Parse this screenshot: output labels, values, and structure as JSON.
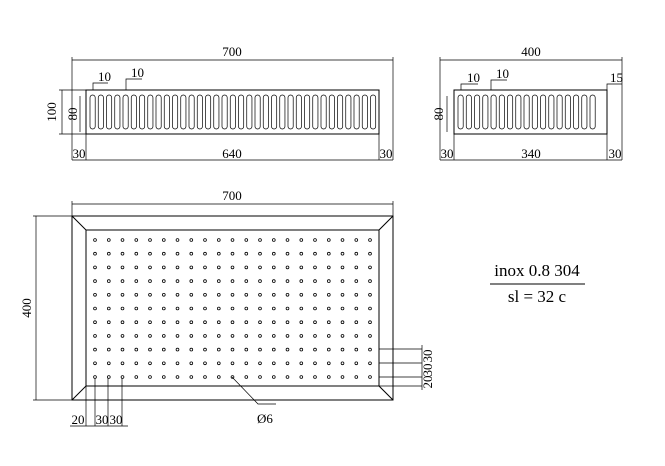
{
  "front_view": {
    "overall_width": "700",
    "height_outer": "100",
    "height_inner": "80",
    "slot_width": "10",
    "slot_pitch": "10",
    "margin_left": "30",
    "slot_span": "640",
    "margin_right": "30"
  },
  "side_view": {
    "overall_width": "400",
    "height_inner": "80",
    "slot_width": "10",
    "slot_pitch": "10",
    "flange": "15",
    "margin_left": "30",
    "slot_span": "340",
    "margin_right": "30"
  },
  "plan_view": {
    "overall_width": "700",
    "overall_height": "400",
    "hole_diameter": "Ø6",
    "bottom_dim_1": "20",
    "bottom_dim_2": "30",
    "bottom_dim_3": "30",
    "right_dim_1": "30",
    "right_dim_2": "30",
    "right_dim_3": "20"
  },
  "note": {
    "material": "inox 0.8 304",
    "quantity": "sl = 32 c"
  }
}
